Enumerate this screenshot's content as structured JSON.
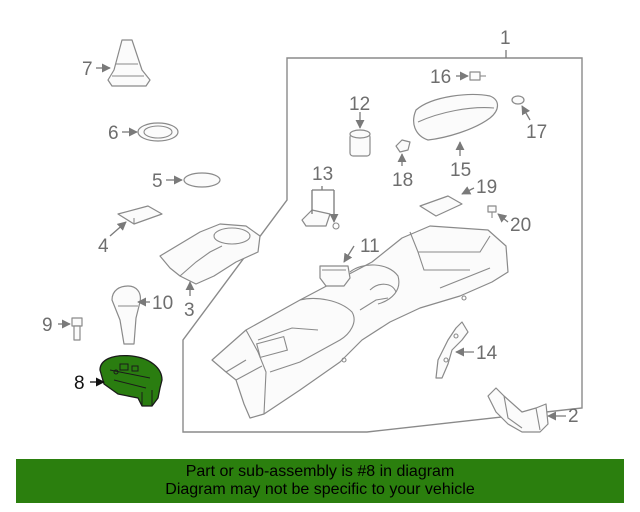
{
  "callouts": [
    "1",
    "2",
    "3",
    "4",
    "5",
    "6",
    "7",
    "8",
    "9",
    "10",
    "11",
    "12",
    "13",
    "14",
    "15",
    "16",
    "17",
    "18",
    "19",
    "20"
  ],
  "highlighted_part": "8",
  "colors": {
    "highlight": "#2b7f0e",
    "line": "#8a8a8a",
    "text": "#6e6e6e"
  },
  "banner": {
    "line1": "Part or sub-assembly is #8 in diagram",
    "line2": "Diagram may not be specific to your vehicle"
  }
}
